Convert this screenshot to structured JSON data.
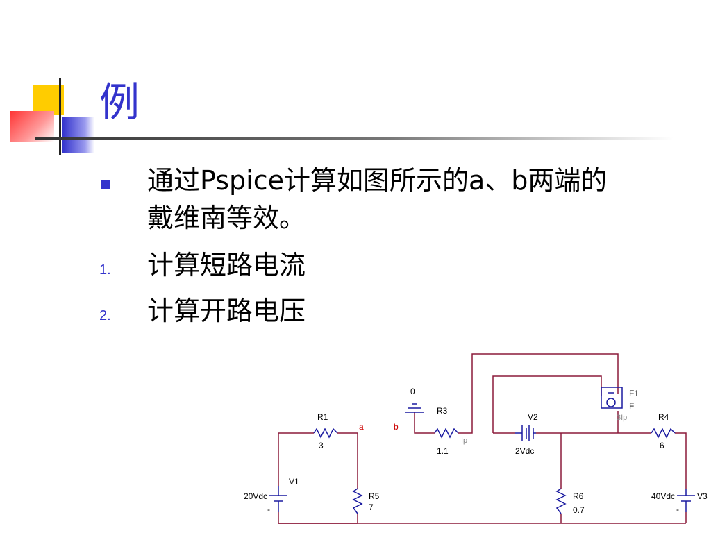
{
  "slide": {
    "title": "例",
    "bullet_line1": "通过Pspice计算如图所示的a、b两端的",
    "bullet_line2": "戴维南等效。",
    "items": [
      {
        "num": "1.",
        "text": "计算短路电流"
      },
      {
        "num": "2.",
        "text": "计算开路电压"
      }
    ]
  },
  "colors": {
    "accent_blue": "#3333cc",
    "wire": "#8b1a3a",
    "component": "#1a1aa0",
    "node_label": "#cc0000"
  },
  "circuit": {
    "ground_label": "0",
    "node_a": "a",
    "node_b": "b",
    "r1": {
      "name": "R1",
      "value": "3"
    },
    "r3": {
      "name": "R3",
      "value": "1.1",
      "probe": "Ip"
    },
    "r4": {
      "name": "R4",
      "value": "6"
    },
    "r5": {
      "name": "R5",
      "value": "7"
    },
    "r6": {
      "name": "R6",
      "value": "0.7"
    },
    "v1": {
      "name": "V1",
      "value": "20Vdc"
    },
    "v2": {
      "name": "V2",
      "value": "2Vdc"
    },
    "v3": {
      "name": "V3",
      "value": "40Vdc"
    },
    "f1": {
      "name": "F1",
      "type": "F",
      "expr": "3Ip"
    },
    "minus": "-"
  }
}
